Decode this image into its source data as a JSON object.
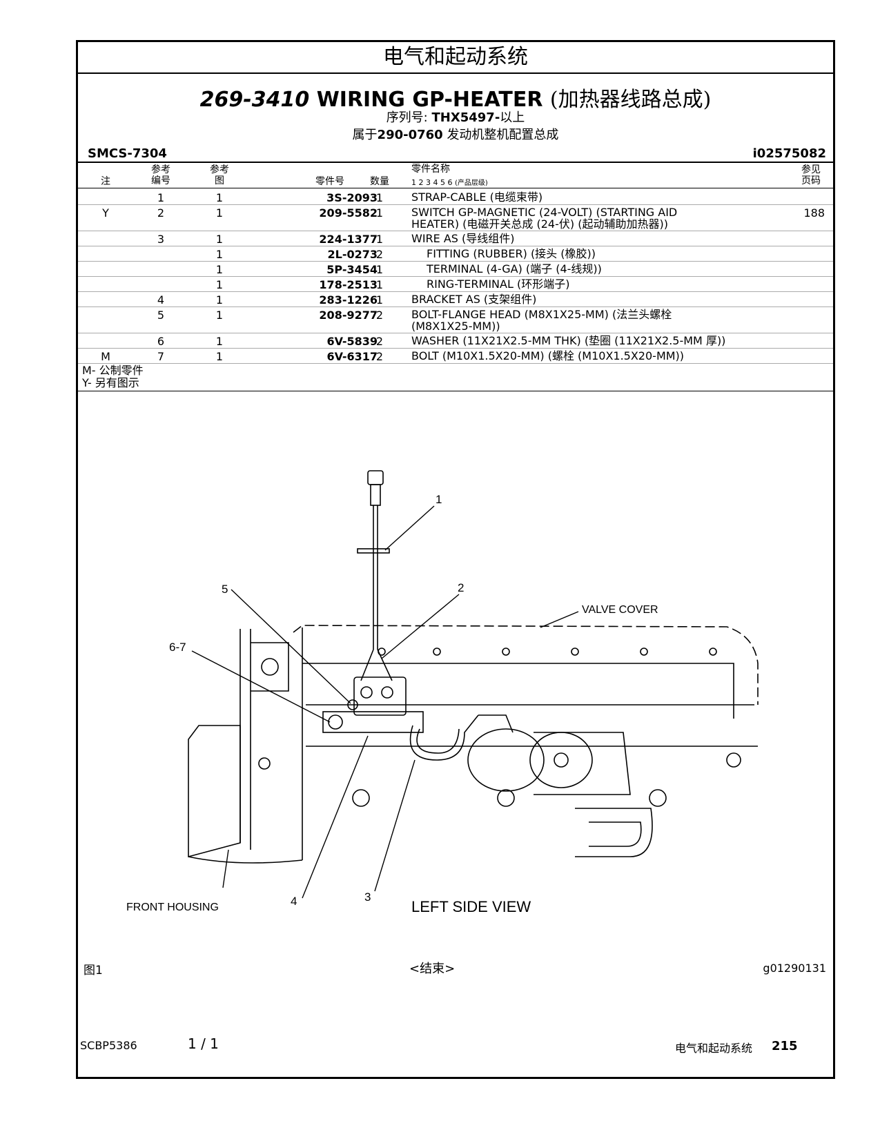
{
  "section_title": "电气和起动系统",
  "title": {
    "part_number": "269-3410",
    "name_en": "WIRING GP-HEATER",
    "name_cn": "(加热器线路总成)"
  },
  "serial": {
    "label": "序列号:",
    "value": "THX5497-",
    "suffix": "以上"
  },
  "parent": {
    "prefix": "属于",
    "number": "290-0760",
    "name": "发动机整机配置总成"
  },
  "smcs": "SMCS-7304",
  "illustration_id": "i02575082",
  "columns": {
    "note": "注",
    "ref_no": [
      "参考",
      "编号"
    ],
    "ref_fig": [
      "参考",
      "图"
    ],
    "part_no": "零件号",
    "qty": "数量",
    "name": "零件名称",
    "levels": "1  2  3  4  5  6",
    "levels_note": "(产品层级)",
    "see_page": [
      "参见",
      "页码"
    ]
  },
  "rows": [
    {
      "note": "",
      "ref": "1",
      "fig": "1",
      "part": "3S-2093",
      "qty": "1",
      "indent": 0,
      "name": [
        "STRAP-CABLE (电缆束带)"
      ],
      "see": ""
    },
    {
      "note": "Y",
      "ref": "2",
      "fig": "1",
      "part": "209-5582",
      "qty": "1",
      "indent": 0,
      "name": [
        "SWITCH GP-MAGNETIC (24-VOLT) (STARTING AID",
        "HEATER) (电磁开关总成 (24-伏) (起动辅助加热器))"
      ],
      "see": "188"
    },
    {
      "note": "",
      "ref": "3",
      "fig": "1",
      "part": "224-1377",
      "qty": "1",
      "indent": 0,
      "name": [
        "WIRE AS (导线组件)"
      ],
      "see": ""
    },
    {
      "note": "",
      "ref": "",
      "fig": "1",
      "part": "2L-0273",
      "qty": "2",
      "indent": 1,
      "name": [
        "FITTING (RUBBER) (接头 (橡胶))"
      ],
      "see": ""
    },
    {
      "note": "",
      "ref": "",
      "fig": "1",
      "part": "5P-3454",
      "qty": "1",
      "indent": 1,
      "name": [
        "TERMINAL (4-GA) (端子 (4-线规))"
      ],
      "see": ""
    },
    {
      "note": "",
      "ref": "",
      "fig": "1",
      "part": "178-2513",
      "qty": "1",
      "indent": 1,
      "name": [
        "RING-TERMINAL (环形端子)"
      ],
      "see": ""
    },
    {
      "note": "",
      "ref": "4",
      "fig": "1",
      "part": "283-1226",
      "qty": "1",
      "indent": 0,
      "name": [
        "BRACKET AS (支架组件)"
      ],
      "see": ""
    },
    {
      "note": "",
      "ref": "5",
      "fig": "1",
      "part": "208-9277",
      "qty": "2",
      "indent": 0,
      "name": [
        "BOLT-FLANGE HEAD (M8X1X25-MM) (法兰头螺栓",
        "(M8X1X25-MM))"
      ],
      "see": ""
    },
    {
      "note": "",
      "ref": "6",
      "fig": "1",
      "part": "6V-5839",
      "qty": "2",
      "indent": 0,
      "name": [
        "WASHER (11X21X2.5-MM THK) (垫圈 (11X21X2.5-MM 厚))"
      ],
      "see": ""
    },
    {
      "note": "M",
      "ref": "7",
      "fig": "1",
      "part": "6V-6317",
      "qty": "2",
      "indent": 0,
      "name": [
        "BOLT (M10X1.5X20-MM) (螺栓 (M10X1.5X20-MM))"
      ],
      "see": ""
    }
  ],
  "legend": [
    "M- 公制零件",
    "Y- 另有图示"
  ],
  "figure": {
    "callouts": [
      "1",
      "2",
      "5",
      "6-7",
      "4",
      "3"
    ],
    "labels": {
      "valve_cover": "VALVE COVER",
      "front_housing": "FRONT HOUSING",
      "view": "LEFT SIDE VIEW"
    },
    "fig_no": "图1",
    "end_mark": "<结束>",
    "graphic_id": "g01290131"
  },
  "footer": {
    "doc": "SCBP5386",
    "page_of": "1 / 1",
    "section": "电气和起动系统",
    "page": "215"
  }
}
